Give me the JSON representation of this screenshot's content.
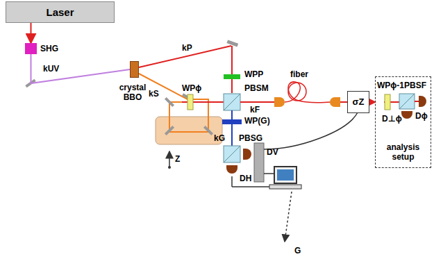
{
  "diagram": {
    "nodes": [
      {
        "text": [
          "Laser"
        ]
      },
      {
        "text": [
          "SHG"
        ]
      },
      {
        "text": [
          "crystal BBO"
        ]
      },
      {
        "text": [
          "σZ"
        ]
      },
      {
        "text": [
          "analysis setup"
        ]
      }
    ],
    "edges": [
      {
        "from": 0,
        "to": 1,
        "arrow": "to"
      },
      {
        "from": 1,
        "to": 2,
        "arrow": "none"
      },
      {
        "from": 3,
        "to": 4,
        "arrow": "to"
      }
    ],
    "labels": [
      "kUV",
      "kP",
      "kS",
      "WPP",
      "fiber",
      "WPϕ",
      "PBSM",
      "kF",
      "kG",
      "WP(G)",
      "PBSG",
      "DV",
      "DH",
      "G",
      "Z",
      "WPϕ-1",
      "PBSF",
      "D⊥ϕ",
      "Dϕ"
    ]
  }
}
